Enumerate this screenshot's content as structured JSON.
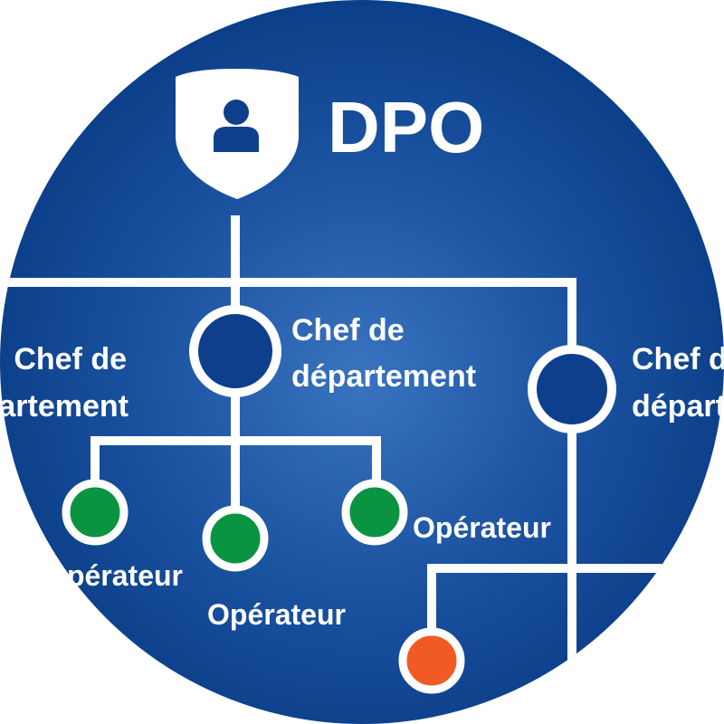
{
  "header": {
    "title": "DPO",
    "icon": "shield-user-icon"
  },
  "nodes": {
    "chef_left": {
      "line1": "Chef de",
      "line2": "département"
    },
    "chef_center": {
      "line1": "Chef de",
      "line2": "département"
    },
    "chef_right": {
      "line1": "Chef de",
      "line2": "département"
    },
    "op_left": {
      "label": "Opérateur"
    },
    "op_center": {
      "label": "Opérateur"
    },
    "op_right": {
      "label": "Opérateur"
    }
  },
  "colors": {
    "background_light": "#2f6ab8",
    "background_dark": "#0b3f8a",
    "line": "#ffffff",
    "chef_fill": "#0d3f8c",
    "operator_fill": "#0a9341",
    "special_fill": "#f05a24"
  }
}
